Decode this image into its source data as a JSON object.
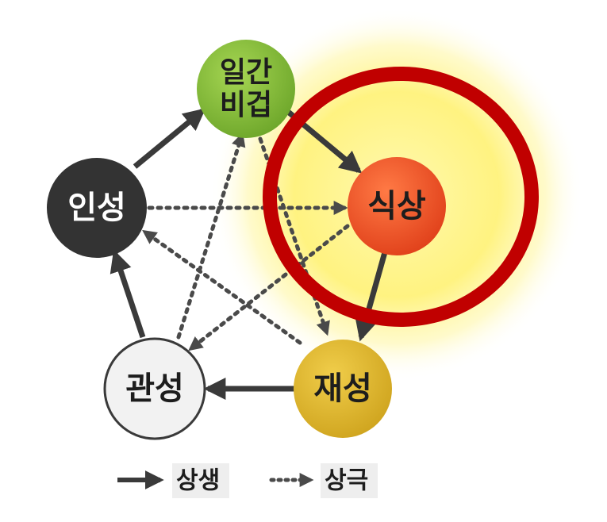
{
  "nodes": {
    "ilgan_line1": "일간",
    "ilgan_line2": "비겁",
    "siksang": "식상",
    "inseong": "인성",
    "jaeseong": "재성",
    "gwanseong": "관성"
  },
  "legend": {
    "generating": "상생",
    "controlling": "상극"
  },
  "colors": {
    "ilgan": "#8cc43c",
    "siksang": "#f25b2c",
    "inseong": "#333333",
    "jaeseong": "#e3bd2e",
    "gwanseong": "#f2f2f2",
    "arrow": "#3a3a3a",
    "highlight_ring": "#c00000",
    "glow": "#fff27a"
  },
  "highlight": "siksang"
}
